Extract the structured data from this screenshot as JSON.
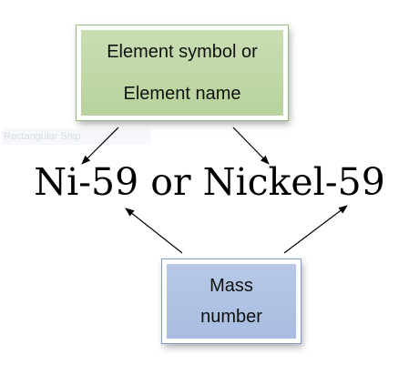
{
  "element_box": {
    "line1": "Element symbol or",
    "line2": "Element name",
    "fill": "#c0d8a8"
  },
  "mass_box": {
    "line1": "Mass",
    "line2": "number",
    "fill": "#b0c4e4"
  },
  "notation": "Ni-59 or Nickel-59",
  "ghost_label": "Rectangular Snip",
  "arrow_color": "#000000"
}
